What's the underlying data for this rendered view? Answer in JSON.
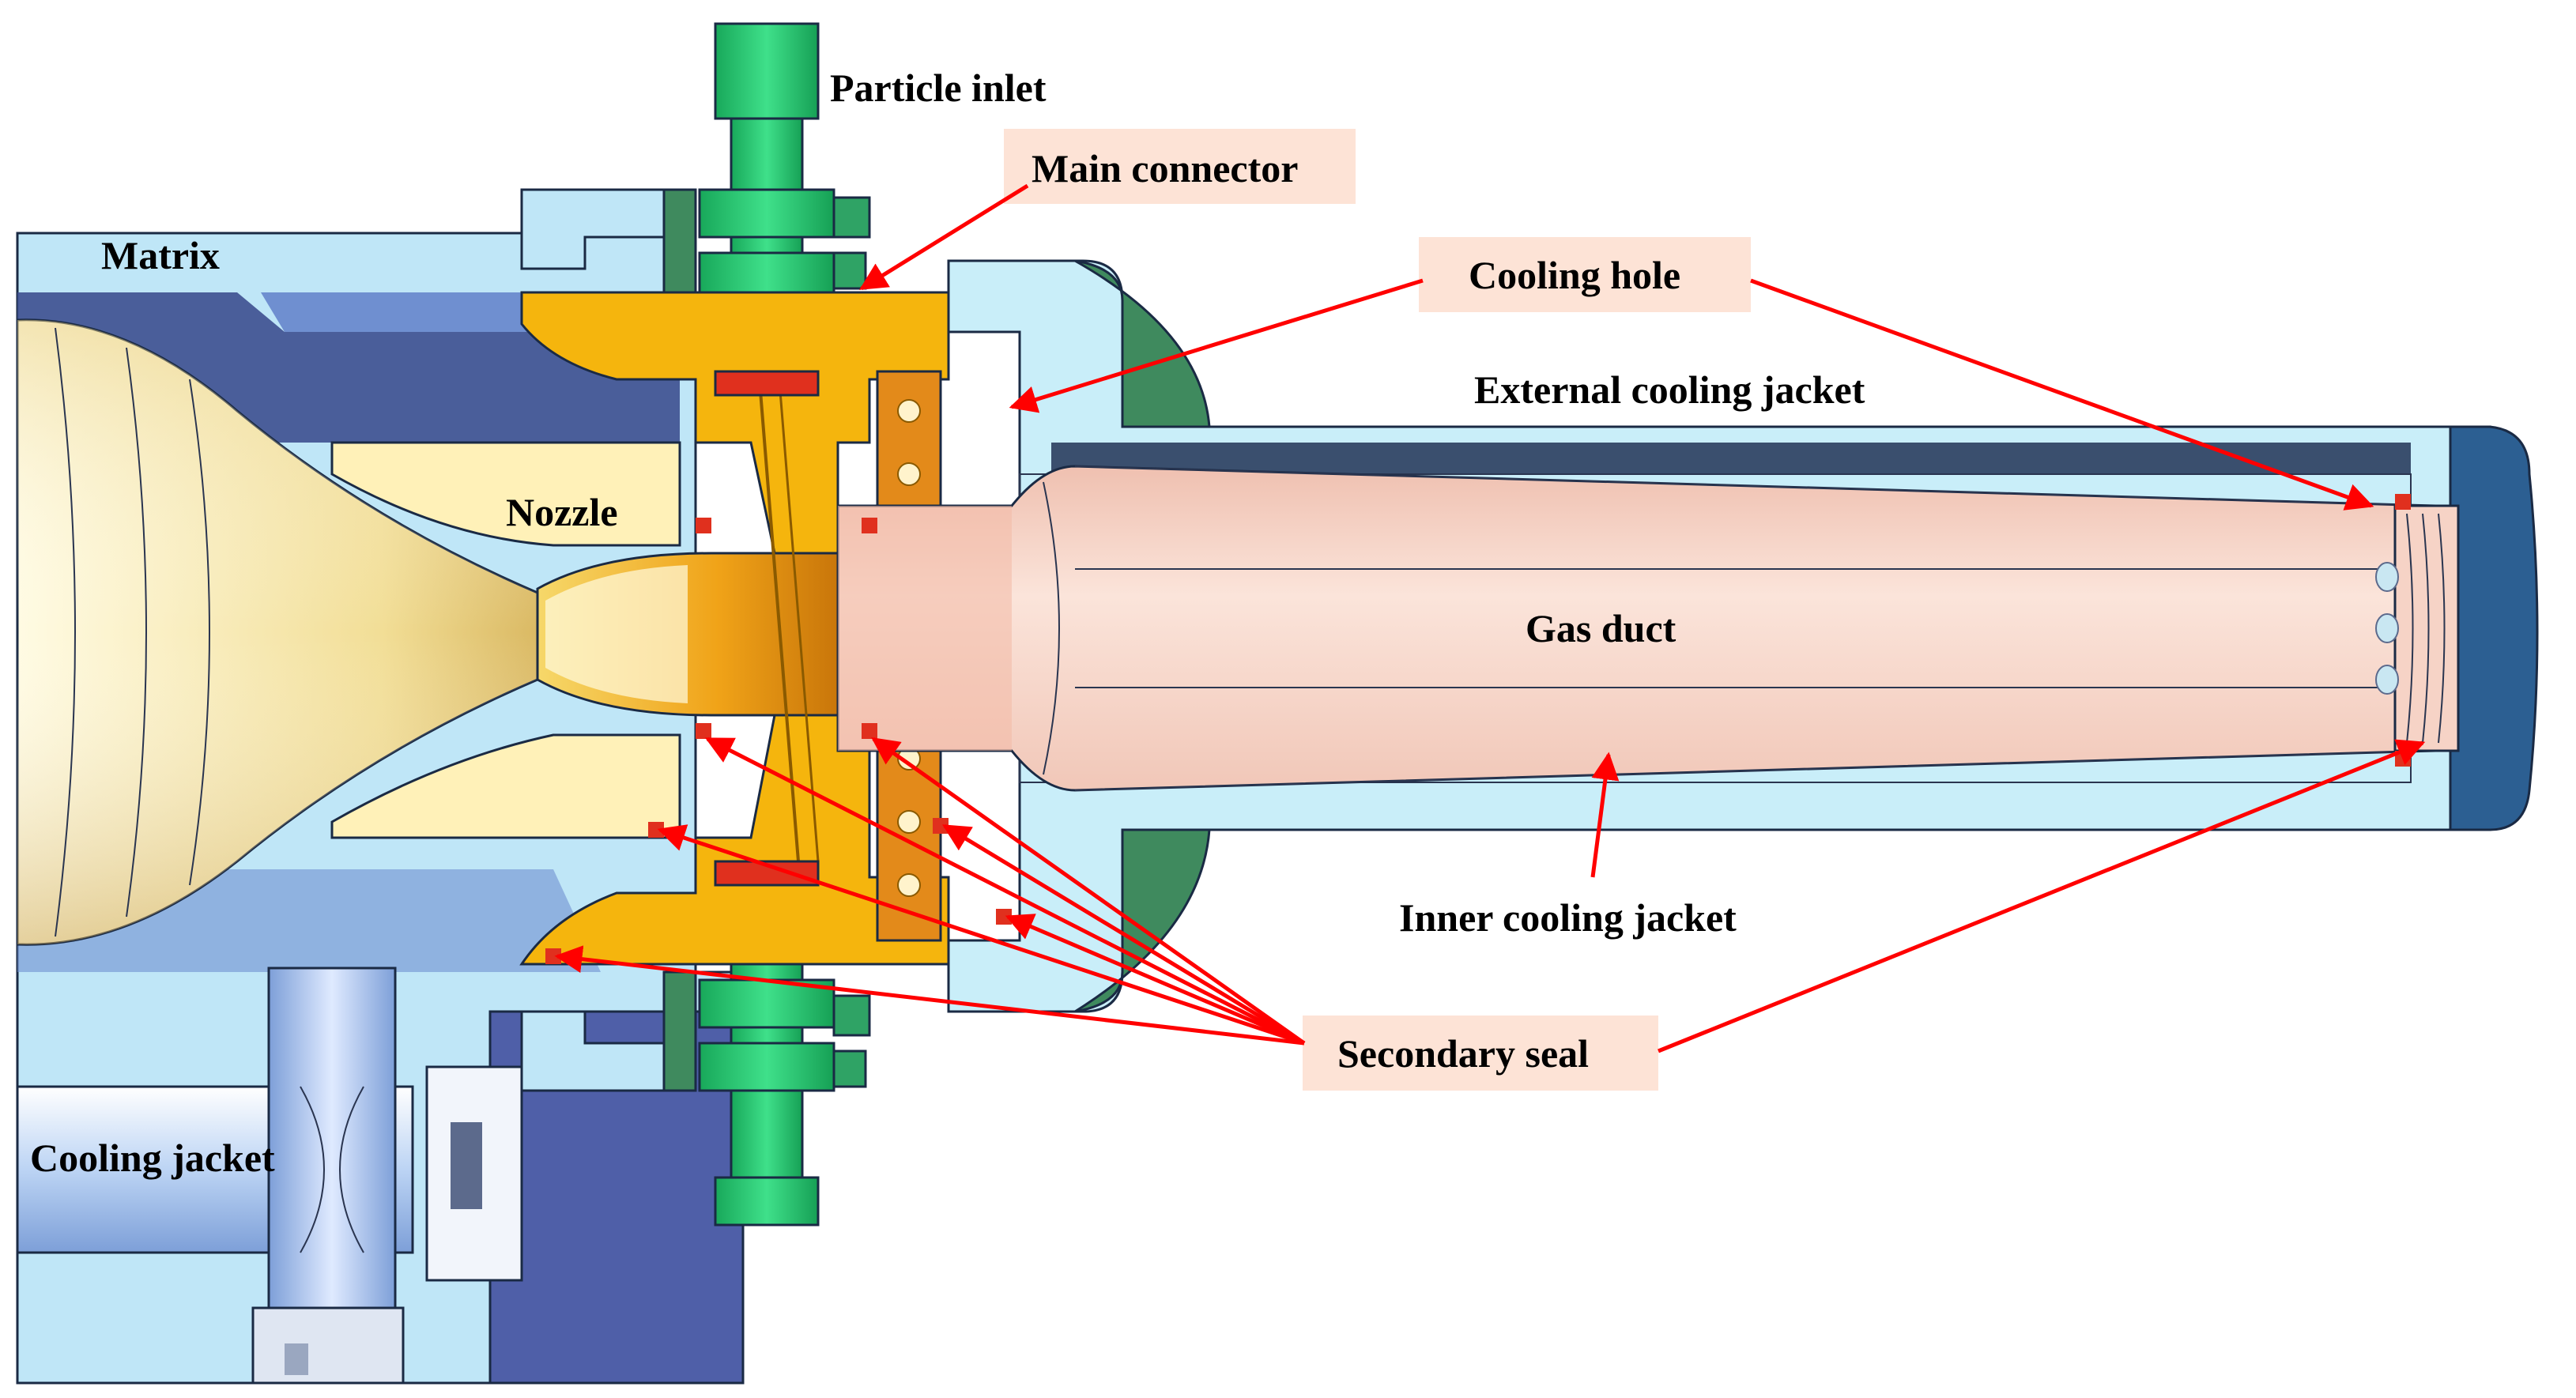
{
  "labels": {
    "particle_inlet": "Particle inlet",
    "main_connector": "Main connector",
    "matrix": "Matrix",
    "cooling_hole": "Cooling hole",
    "external_cooling_jacket": "External cooling jacket",
    "nozzle": "Nozzle",
    "gas_duct": "Gas duct",
    "inner_cooling_jacket": "Inner cooling jacket",
    "cooling_jacket": "Cooling jacket",
    "secondary_seal": "Secondary seal"
  },
  "colors": {
    "matrix": "#bfe6f7",
    "matrix_dark": "#4f5fa8",
    "connector": "#f5b50d",
    "inlet": "#22c46a",
    "inlet_dark": "#3f8a5e",
    "nozzle_light": "#fff4c4",
    "nozzle_dark": "#cfa24a",
    "duct": "#f6cdbd",
    "jacket": "#c9eef9",
    "jacket_end": "#2c5f92",
    "seal": "#e0301e",
    "arrow": "#ff0000",
    "label_box": "#fde3d6"
  }
}
